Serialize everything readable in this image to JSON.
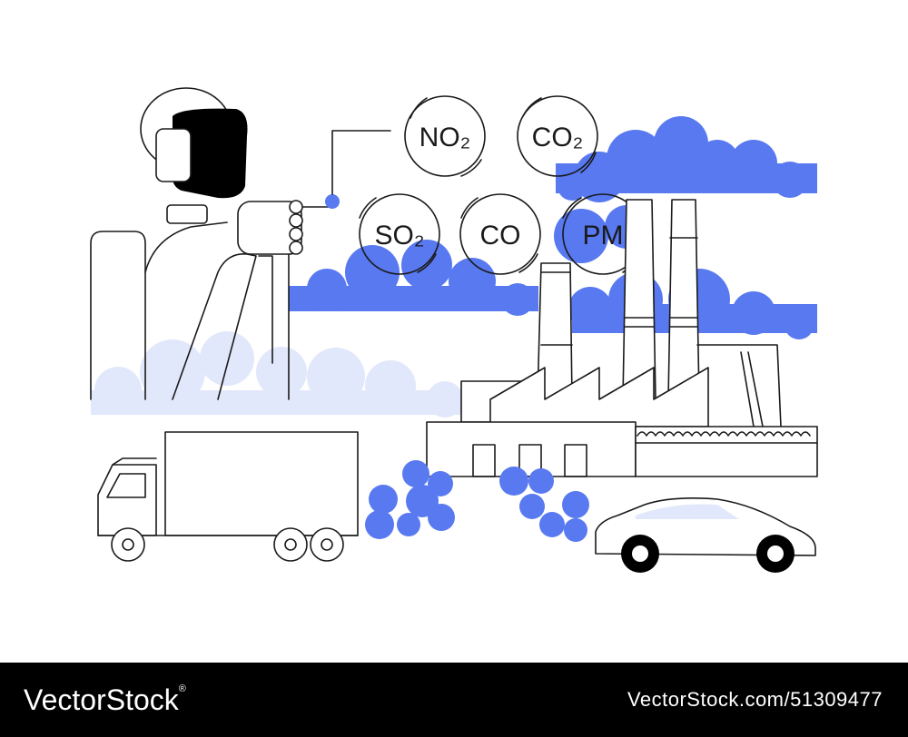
{
  "colors": {
    "accent_blue": "#5879f0",
    "pale_blue": "#e2e8fb",
    "ink": "#1a1a1a",
    "background": "#ffffff",
    "footer_bg": "#000000"
  },
  "gas_labels": [
    {
      "id": "no2",
      "text": "NO₂"
    },
    {
      "id": "co2",
      "text": "CO₂"
    },
    {
      "id": "so2",
      "text": "SO₂"
    },
    {
      "id": "co",
      "text": "CO"
    },
    {
      "id": "pm",
      "text": "PM"
    }
  ],
  "footer": {
    "brand": "VectorStock",
    "brand_mark": "®",
    "url": "VectorStock.com/51309477"
  }
}
